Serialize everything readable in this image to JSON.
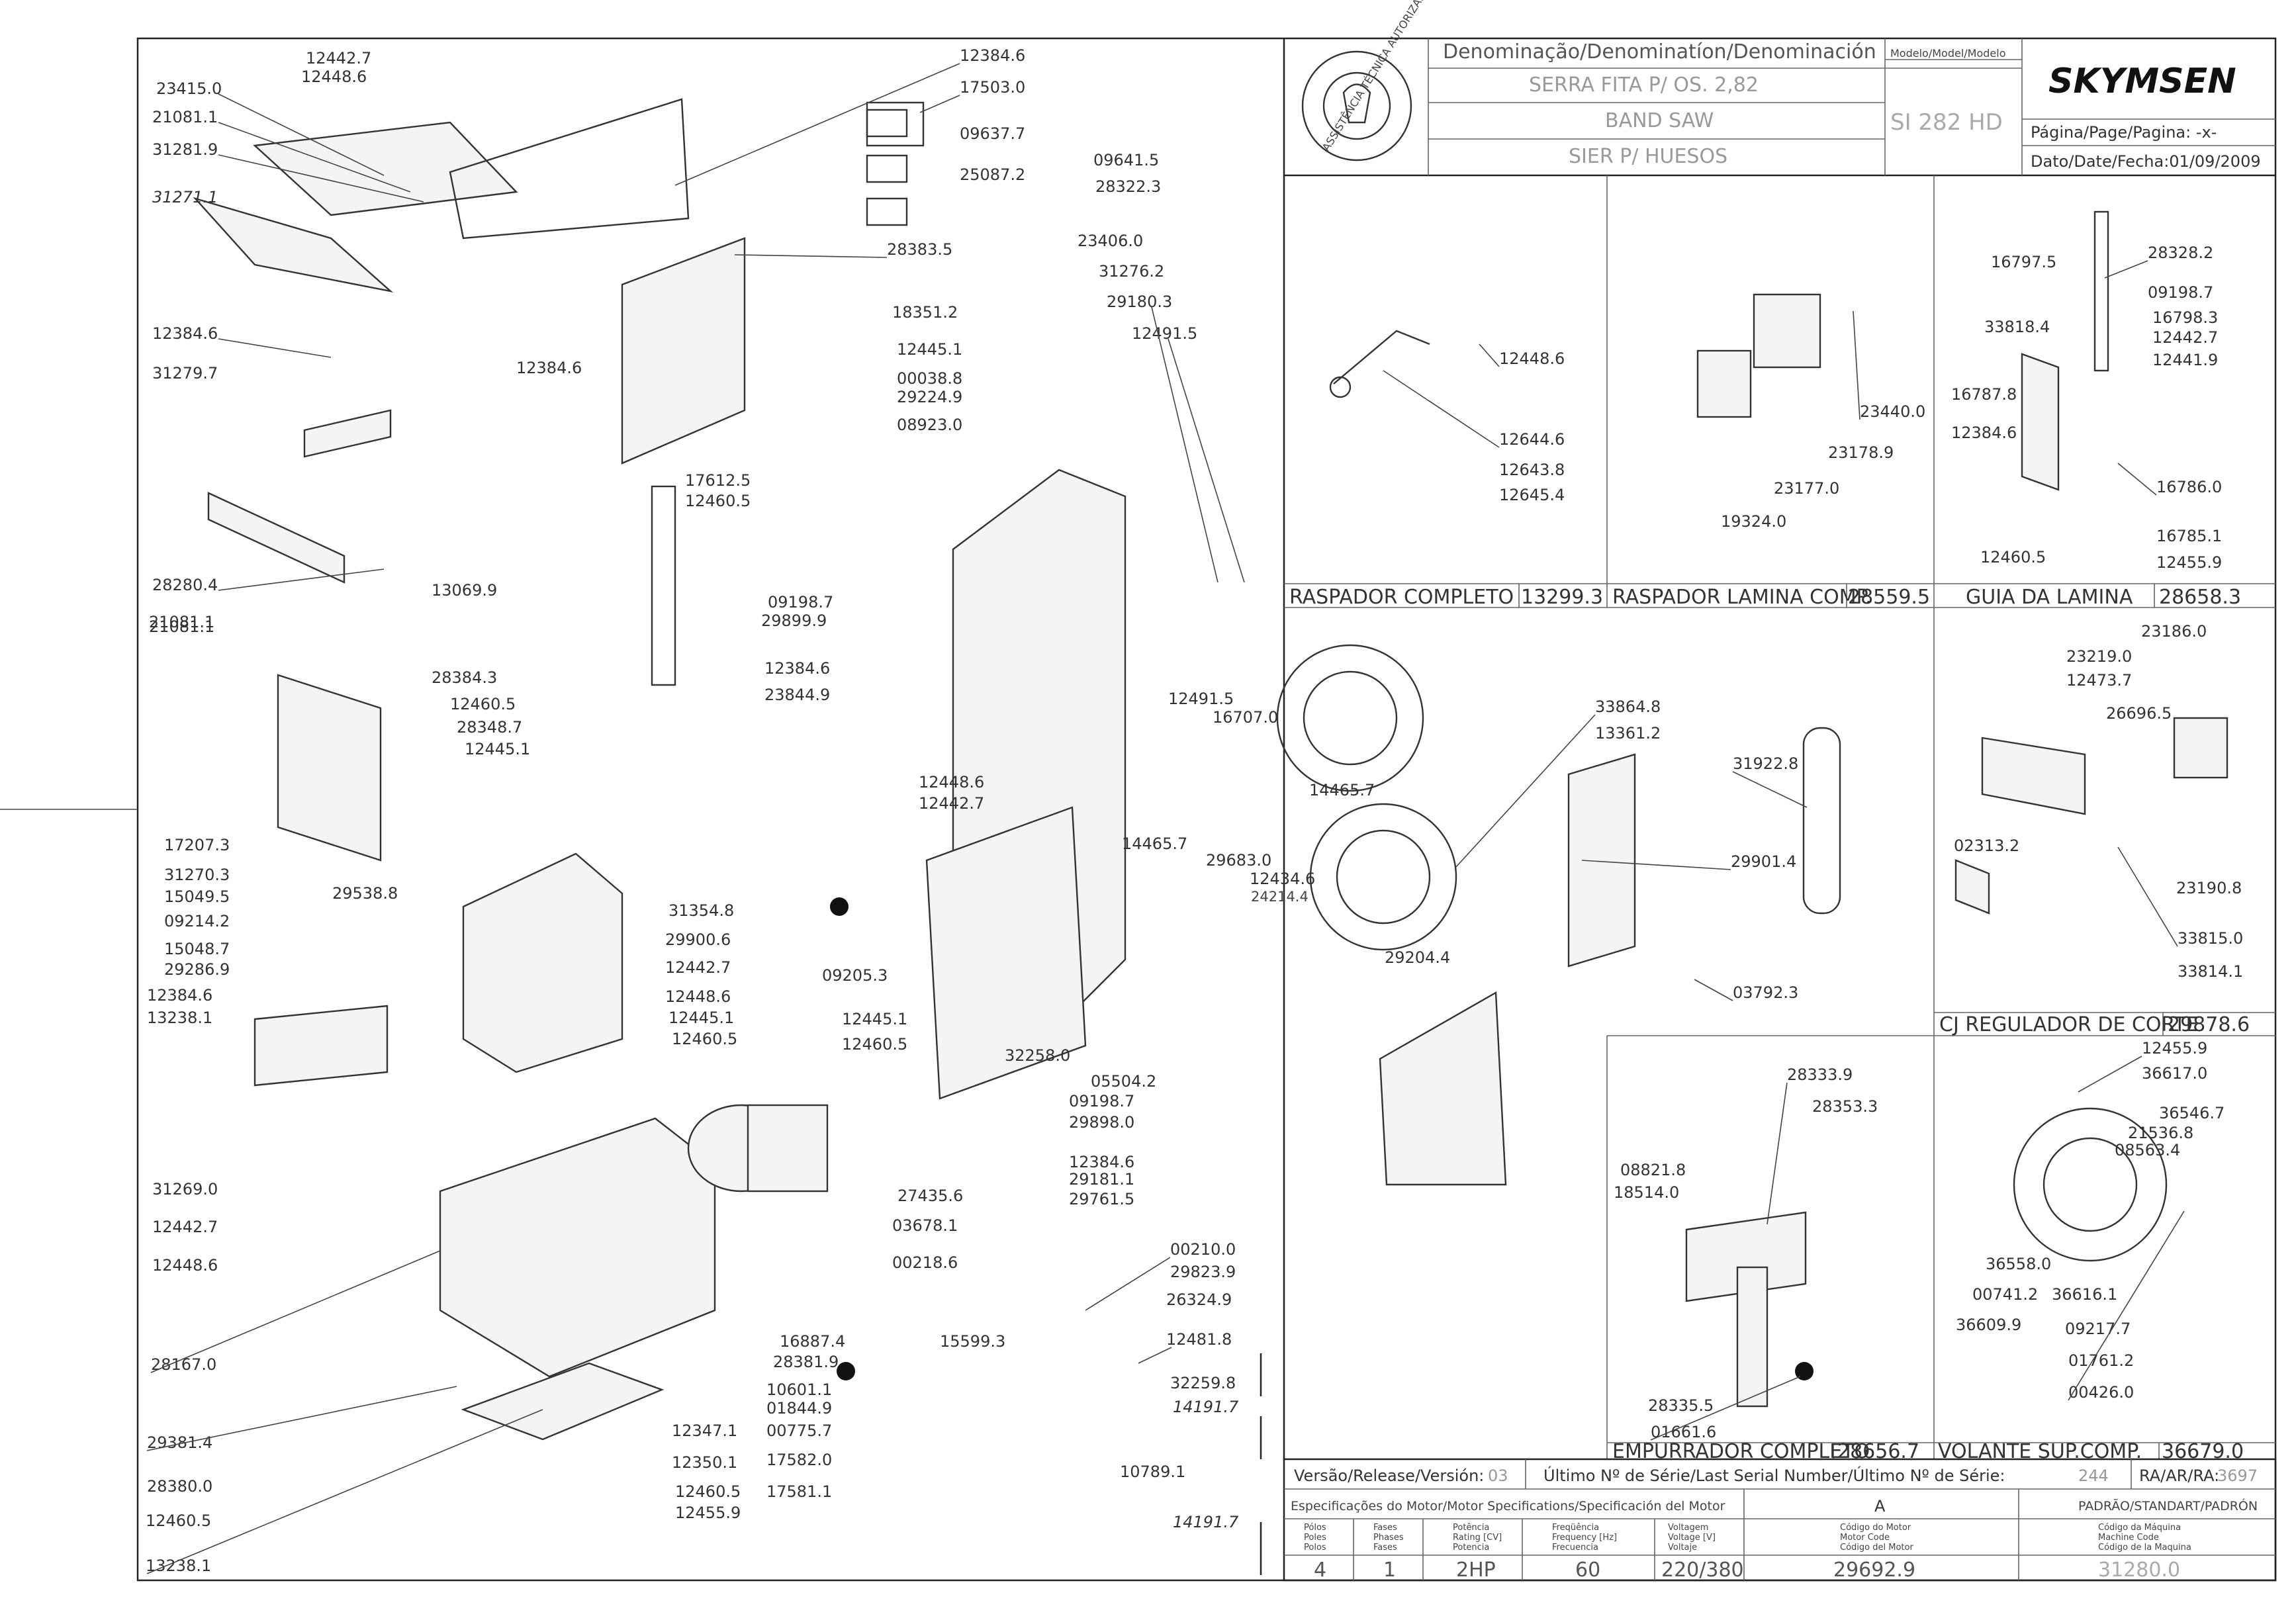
{
  "title_block": {
    "denomination_header": "Denominação/Denominatíon/Denominación",
    "model_header": "Modelo/Model/Modelo",
    "name_pt": "SERRA FITA P/ OS. 2,82",
    "name_en": "BAND SAW",
    "name_es": "SIER P/ HUESOS",
    "model": "SI 282 HD",
    "brand": "SKYMSEN",
    "page_label": "Página/Page/Pagina: -x-",
    "date_label": "Dato/Date/Fecha:01/09/2009",
    "seal_text": "ASSISTÊNCIA TÉCNICA AUTORIZADA"
  },
  "panels": [
    {
      "name": "RASPADOR COMPLETO",
      "code": "13299.3"
    },
    {
      "name": "RASPADOR LAMINA COMP.",
      "code": "28559.5"
    },
    {
      "name": "GUIA DA LAMINA",
      "code": "28658.3"
    },
    {
      "name": "CJ REGULADOR DE CORTE",
      "code": "29878.6"
    },
    {
      "name": "EMPURRADOR COMPLETO",
      "code": "28656.7"
    },
    {
      "name": "VOLANTE SUP.COMP.",
      "code": "36679.0"
    }
  ],
  "footer": {
    "version_label": "Versão/Release/Versión:",
    "version_value": "03",
    "serial_label": "Último Nº de Série/Last Serial Number/Último Nº de Série:",
    "serial_value": "244",
    "ra_label": "RA/AR/RA:",
    "ra_value": "3697",
    "motor_spec_label": "Especificações do Motor/Motor Specifications/Specificación del Motor",
    "motor_variant": "A",
    "standard_label": "PADRÃO/STANDART/PADRÓN",
    "poles_label": "Pólos\nPoles\nPolos",
    "phases_label": "Fases\nPhases\nFases",
    "power_label": "Potência\nRating [CV]\nPotencia",
    "freq_label": "Freqüência\nFrequency [Hz]\nFrecuencia",
    "voltage_label": "Voltagem\nVoltage [V]\nVoltaje",
    "motor_code_label": "Código do Motor\nMotor Code\nCódigo del Motor",
    "machine_code_label": "Código da Máquina\nMachine Code\nCódigo de la Maquina",
    "poles": "4",
    "phases": "1",
    "power": "2HP",
    "frequency": "60",
    "voltage": "220/380",
    "motor_code": "29692.9",
    "machine_code": "31280.0"
  },
  "main_labels": [
    "12442.7",
    "12448.6",
    "23415.0",
    "21081.1",
    "31281.9",
    "31271.1",
    "12384.6",
    "17503.0",
    "09637.7",
    "25087.2",
    "12384.6",
    "12384.6",
    "31279.7",
    "28280.4",
    "21081.1",
    "28383.5",
    "18351.2",
    "12445.1",
    "00038.8",
    "29224.9",
    "08923.0",
    "17612.5",
    "12460.5",
    "13069.9",
    "21081.1",
    "28384.3",
    "12460.5",
    "28348.7",
    "12445.1",
    "17207.3",
    "31270.3",
    "15049.5",
    "09214.2",
    "15048.7",
    "29286.9",
    "12384.6",
    "13238.1",
    "29538.8",
    "31354.8",
    "29900.6",
    "12442.7",
    "12448.6",
    "12445.1",
    "12460.5",
    "31269.0",
    "12442.7",
    "12448.6",
    "28167.0",
    "29381.4",
    "28380.0",
    "12460.5",
    "13238.1",
    "12347.1",
    "12350.1",
    "12460.5",
    "12455.9",
    "09641.5",
    "28322.3",
    "23406.0",
    "31276.2",
    "29180.3",
    "12491.5",
    "09198.7",
    "29899.9",
    "12384.6",
    "23844.9",
    "12448.6",
    "12442.7",
    "09205.3",
    "12491.5",
    "16707.0",
    "14465.7",
    "14465.7",
    "29683.0",
    "12434.6",
    "24214.4",
    "33864.8",
    "13361.2",
    "31922.8",
    "29901.4",
    "03792.3",
    "29204.4",
    "12445.1",
    "12460.5",
    "32258.0",
    "05504.2",
    "09198.7",
    "29898.0",
    "12384.6",
    "29181.1",
    "29761.5",
    "27435.6",
    "03678.1",
    "00218.6",
    "00210.0",
    "29823.9",
    "26324.9",
    "12481.8",
    "16887.4",
    "28381.9",
    "15599.3",
    "10601.1",
    "01844.9",
    "00775.7",
    "17582.0",
    "17581.1",
    "32259.8",
    "14191.7",
    "10789.1",
    "14191.7"
  ],
  "panel_labels": [
    "12448.6",
    "12644.6",
    "12643.8",
    "12645.4",
    "23440.0",
    "23178.9",
    "23177.0",
    "19324.0",
    "16797.5",
    "28328.2",
    "09198.7",
    "16798.3",
    "33818.4",
    "12442.7",
    "12441.9",
    "16787.8",
    "12384.6",
    "16786.0",
    "16785.1",
    "12460.5",
    "12455.9",
    "23186.0",
    "23219.0",
    "12473.7",
    "26696.5",
    "02313.2",
    "23190.8",
    "33815.0",
    "33814.1",
    "28333.9",
    "28353.3",
    "08821.8",
    "18514.0",
    "28335.5",
    "01661.6",
    "12455.9",
    "36617.0",
    "36546.7",
    "21536.8",
    "08563.4",
    "36558.0",
    "00741.2",
    "36616.1",
    "36609.9",
    "09217.7",
    "01761.2",
    "00426.0"
  ]
}
